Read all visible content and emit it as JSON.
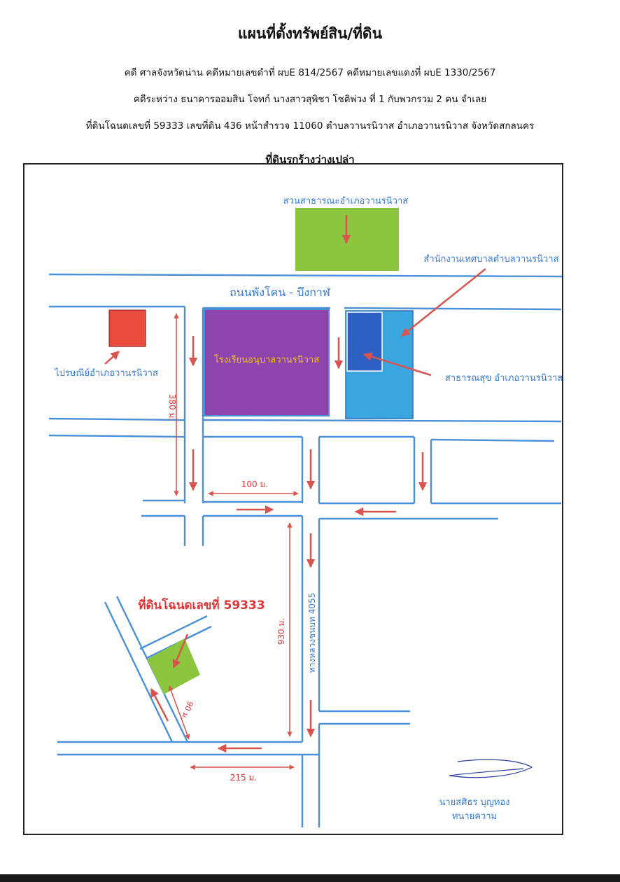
{
  "title": "แผนที่ตั้งทรัพย์สิน/ที่ดิน",
  "header_lines": [
    "คดี ศาลจังหวัดน่าน คดีหมายเลขดำที่ ผบE 814/2567 คดีหมายเลขแดงที่ ผบE 1330/2567",
    "คดีระหว่าง ธนาคารออมสิน โจทก์ นางสาวสุพิชา โชติพ่วง ที่ 1 กับพวกรวม 2 คน จำเลย",
    "ที่ดินโฉนดเลขที่ 59333 เลขที่ดิน 436 หน้าสำรวจ 11060 ตำบลวานรนิวาส อำเภอวานรนิวาส จังหวัดสกลนคร"
  ],
  "subtitle": "ที่ดินรกร้างว่างเปล่า",
  "map": {
    "park_label": "สวนสาธารณะอำเภอวานรนิวาส",
    "municipal_office_label": "สำนักงานเทศบาลตำบลวานรนิวาส",
    "road_label": "ถนนพังโคน - บึงกาฬ",
    "school_label": "โรงเรียนอนุบาลวานรนิวาส",
    "post_office_label": "ไปรษณีย์อำเภอวานรนิวาส",
    "health_office_label": "สาธารณสุข อำเภอวานรนิวาส",
    "highway_label": "ทางหลวงชนบท 4055",
    "property_label": "ที่ดินโฉนดเลขที่ 59333",
    "distance_380": "380 ม.",
    "distance_100": "100 ม.",
    "distance_930": "930 ม.",
    "distance_90": "90 ม.",
    "distance_215": "215 ม.",
    "lawyer_name": "นายสศิธร บุญทอง",
    "lawyer_title": "ทนายความ"
  },
  "colors": {
    "road": "#4a90d9",
    "arrow": "#d9534f",
    "park": "#8cc63f",
    "school": "#8e44ad",
    "post_office": "#e74c3c",
    "health_dark": "#2e5fc2",
    "health_light": "#3aa6e0",
    "label_blue": "#3a7bd5",
    "label_red": "#e0363a"
  }
}
